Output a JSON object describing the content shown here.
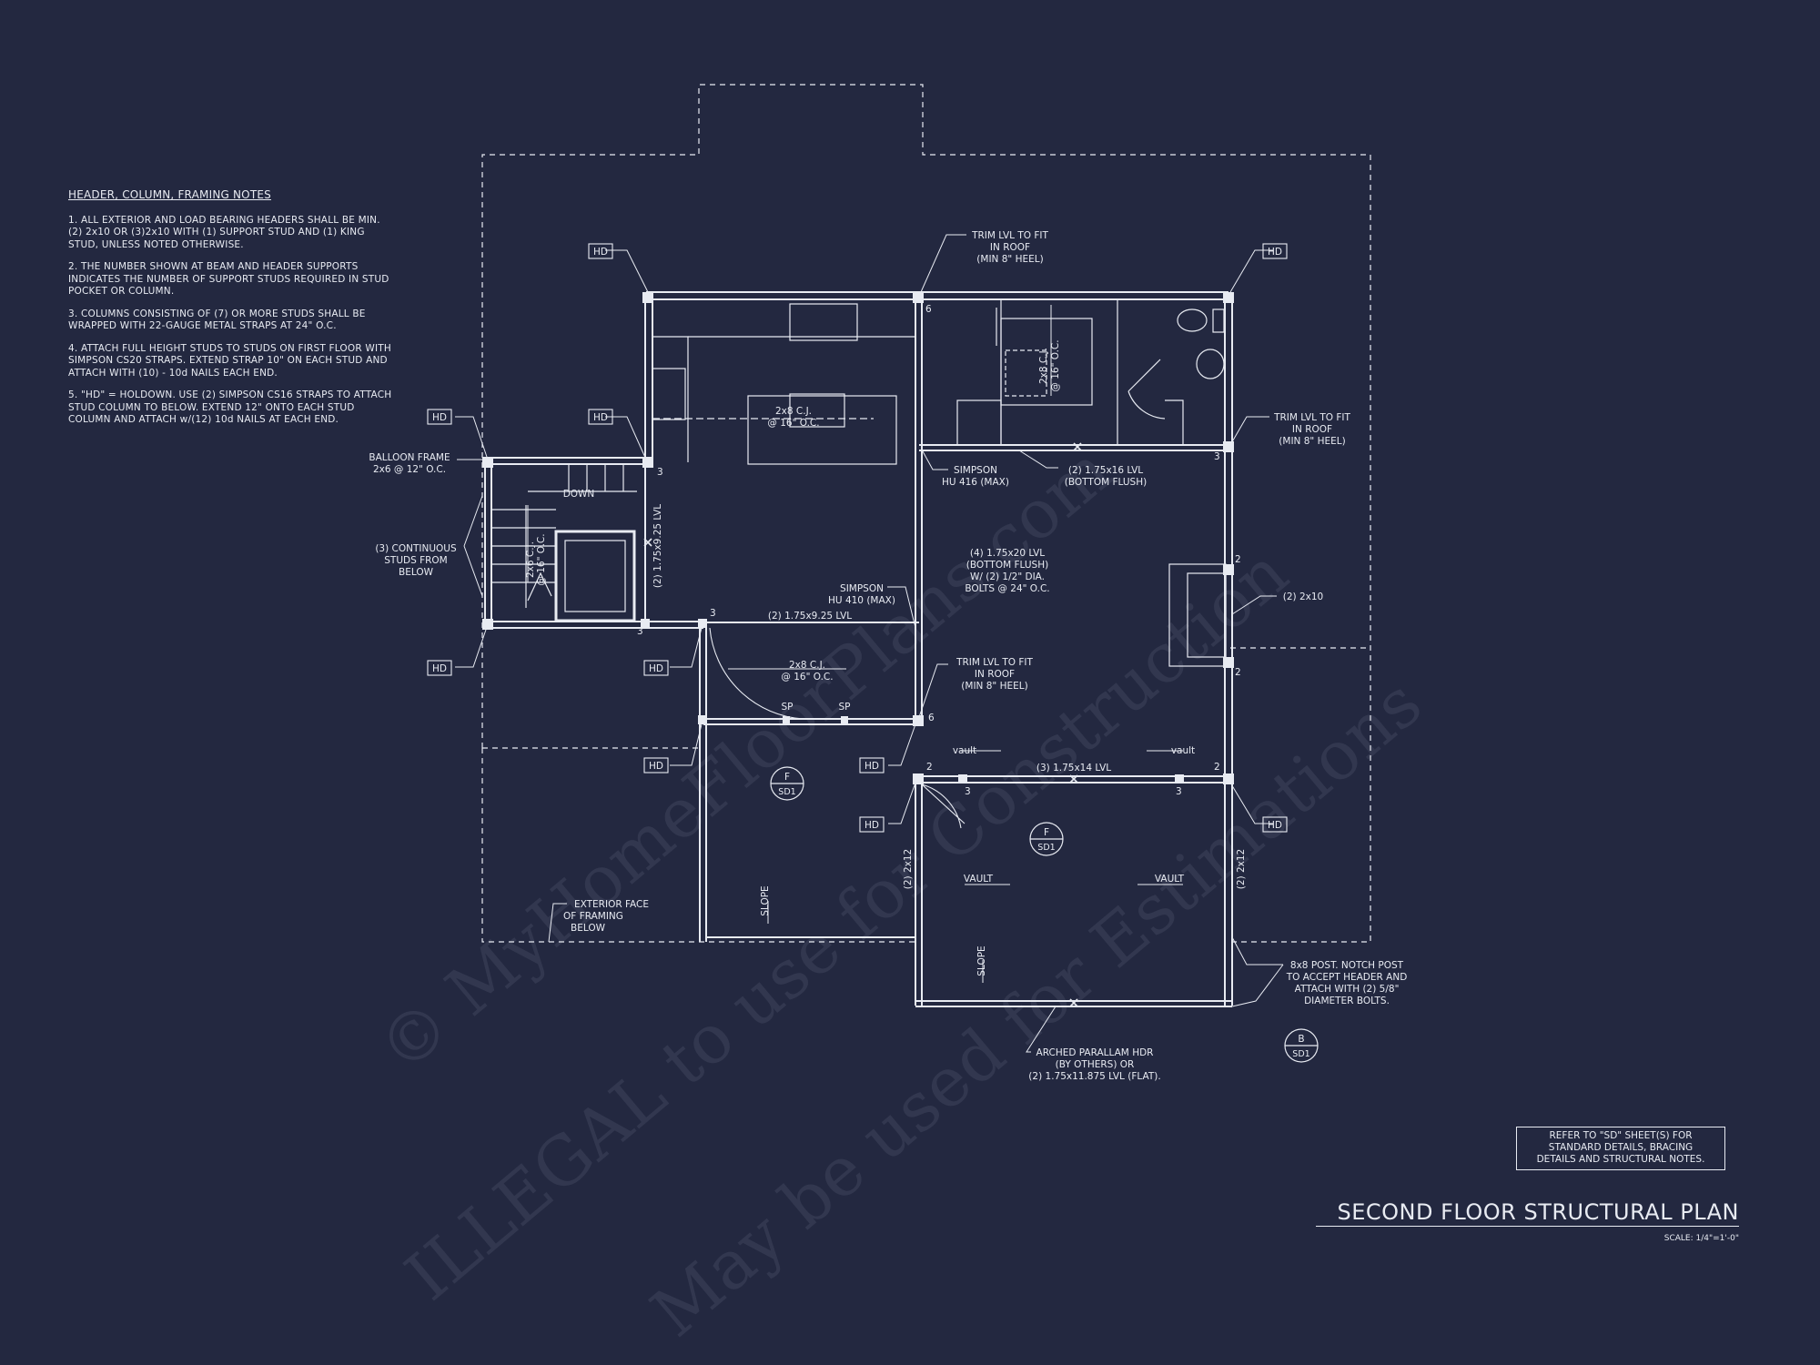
{
  "notes": {
    "title": "HEADER, COLUMN, FRAMING NOTES",
    "items": [
      "1. ALL EXTERIOR AND LOAD BEARING HEADERS SHALL BE MIN. (2) 2x10 OR (3)2x10 WITH (1) SUPPORT STUD AND (1) KING STUD, UNLESS NOTED OTHERWISE.",
      "2. THE NUMBER SHOWN AT BEAM AND HEADER SUPPORTS INDICATES THE NUMBER OF SUPPORT STUDS REQUIRED IN STUD POCKET OR COLUMN.",
      "3. COLUMNS CONSISTING OF (7) OR MORE STUDS SHALL BE WRAPPED WITH 22-GAUGE METAL STRAPS AT 24\" O.C.",
      "4. ATTACH FULL HEIGHT STUDS TO STUDS ON FIRST FLOOR WITH SIMPSON CS20 STRAPS. EXTEND STRAP 10\" ON EACH STUD AND ATTACH WITH (10) - 10d NAILS EACH END.",
      "5. \"HD\" = HOLDOWN. USE (2) SIMPSON CS16 STRAPS TO ATTACH STUD COLUMN TO BELOW. EXTEND 12\" ONTO EACH STUD COLUMN AND ATTACH w/(12) 10d NAILS AT EACH END."
    ]
  },
  "labels": {
    "hd": "HD",
    "balloon_frame": [
      "BALLOON FRAME",
      "2x6 @ 12\" O.C."
    ],
    "continuous_studs": [
      "(3) CONTINUOUS",
      "STUDS FROM",
      "BELOW"
    ],
    "down": "DOWN",
    "stair_cj": [
      "2x6 C.J.",
      "@ 16\" O.C."
    ],
    "lvl_vertical_left": "(2) 1.75x9.25 LVL",
    "trim_lvl_top": [
      "TRIM LVL TO FIT",
      "IN ROOF",
      "(MIN 8\" HEEL)"
    ],
    "trim_lvl_right": [
      "TRIM LVL TO FIT",
      "IN ROOF",
      "(MIN 8\" HEEL)"
    ],
    "trim_lvl_mid": [
      "TRIM LVL TO FIT",
      "IN ROOF",
      "(MIN 8\" HEEL)"
    ],
    "simpson_hu416": [
      "SIMPSON",
      "HU 416 (MAX)"
    ],
    "lvl_1_75x16": [
      "(2) 1.75x16 LVL",
      "(BOTTOM FLUSH)"
    ],
    "lvl_1_75x20": [
      "(4) 1.75x20 LVL",
      "(BOTTOM FLUSH)",
      "W/ (2) 1/2\" DIA.",
      "BOLTS @ 24\" O.C."
    ],
    "simpson_hu410": [
      "SIMPSON",
      "HU 410 (MAX)"
    ],
    "lvl_1_75x9_25": "(2) 1.75x9.25 LVL",
    "header_2x10": "(2) 2x10",
    "cj_kitchen": [
      "2x8 C.J.",
      "@ 16\" O.C."
    ],
    "cj_bath": [
      "2x8 C.J.",
      "@ 16\" O.C."
    ],
    "cj_lower": [
      "2x8 C.J.",
      "@ 16\" O.C."
    ],
    "sp": "SP",
    "vault_lower": "vault",
    "lvl_1_75x14": "(3) 1.75x14 LVL",
    "vault_caps": "VAULT",
    "slope": "SLOPE",
    "header_2x12": "(2) 2x12",
    "exterior_face": [
      "EXTERIOR FACE",
      "OF FRAMING",
      "BELOW"
    ],
    "post_8x8": [
      "8x8 POST. NOTCH POST",
      "TO ACCEPT HEADER AND",
      "ATTACH WITH (2) 5/8\"",
      "DIAMETER BOLTS."
    ],
    "arched_hdr": [
      "ARCHED PARALLAM HDR",
      "(BY OTHERS) OR",
      "(2) 1.75x11.875 LVL (FLAT)."
    ],
    "num_2": "2",
    "num_3": "3",
    "num_6": "6"
  },
  "detail_markers": [
    {
      "letter": "F",
      "sheet": "SD1"
    },
    {
      "letter": "F",
      "sheet": "SD1"
    },
    {
      "letter": "B",
      "sheet": "SD1"
    }
  ],
  "refer_box": [
    "REFER TO \"SD\" SHEET(S) FOR",
    "STANDARD DETAILS, BRACING",
    "DETAILS AND STRUCTURAL NOTES."
  ],
  "title": "SECOND FLOOR STRUCTURAL PLAN",
  "scale": "SCALE: 1/4\"=1'-0\"",
  "watermark": [
    "© MyHomeFloorPlans.com",
    "ILLEGAL to use for Construction",
    "May be used for Estimations"
  ],
  "colors": {
    "background": "#232840",
    "ink": "#e8ebf2",
    "watermark": "#bec4d6"
  }
}
